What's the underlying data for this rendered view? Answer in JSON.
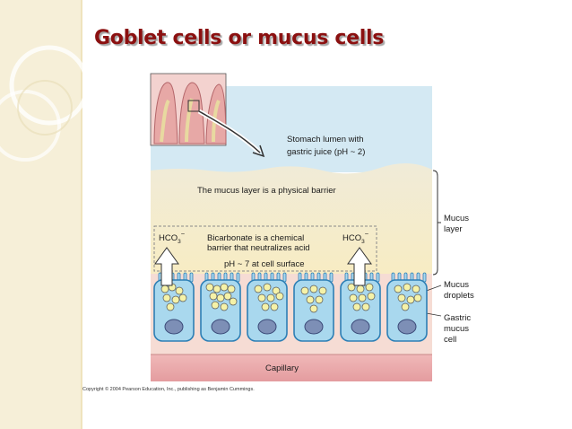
{
  "slide": {
    "title": "Goblet cells or mucus cells",
    "colors": {
      "title": "#8b1010",
      "left_band": "#f6efd8",
      "lumen": "#d4e9f3",
      "mucus_layer": "#f3eccd",
      "cell_fill": "#a9d8ee",
      "cell_stroke": "#2d7fb5",
      "nucleus": "#7d8fb6",
      "droplet": "#f5f2a8",
      "capillary": "#e8a9ab"
    }
  },
  "diagram": {
    "lumen_label_line1": "Stomach lumen with",
    "lumen_label_line2": "gastric juice (pH ~ 2)",
    "mucus_barrier": "The mucus layer is a physical barrier",
    "hco3_left": "HCO",
    "hco3_left_sub": "3",
    "hco3_left_sup": "−",
    "hco3_right": "HCO",
    "hco3_right_sub": "3",
    "hco3_right_sup": "−",
    "bicarbonate_line1": "Bicarbonate is a chemical",
    "bicarbonate_line2": "barrier that neutralizes acid",
    "ph_surface": "pH ~ 7 at cell surface",
    "capillary": "Capillary",
    "side_mucus_layer_line1": "Mucus",
    "side_mucus_layer_line2": "layer",
    "side_droplets_line1": "Mucus",
    "side_droplets_line2": "droplets",
    "side_cell_line1": "Gastric",
    "side_cell_line2": "mucus",
    "side_cell_line3": "cell",
    "copyright": "Copyright © 2004 Pearson Education, Inc., publishing as Benjamin Cummings."
  }
}
